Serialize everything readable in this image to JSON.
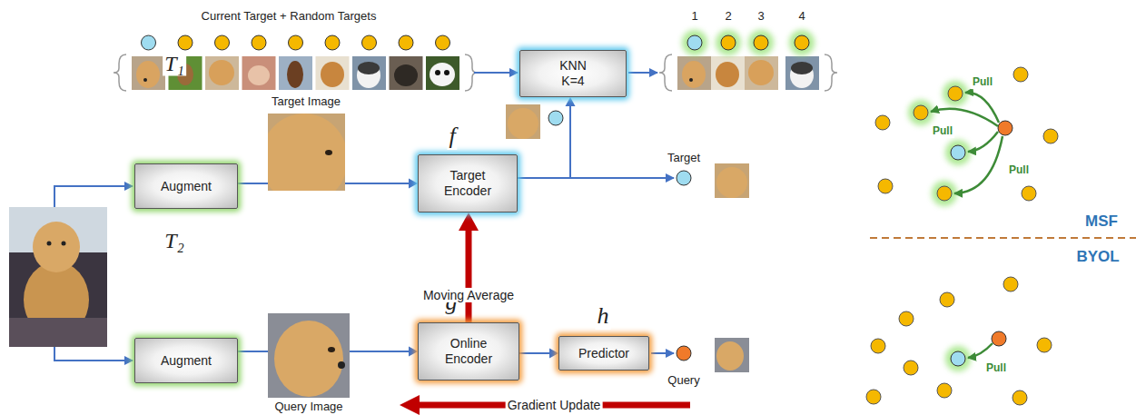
{
  "diagram": {
    "nodes": [
      {
        "text": [
          "KNN K=4"
        ]
      },
      {
        "text": [
          "Augment"
        ]
      },
      {
        "text": [
          "Target Encoder"
        ]
      },
      {
        "text": [
          "Augment"
        ]
      },
      {
        "text": [
          "Online Encoder"
        ]
      },
      {
        "text": [
          "Predictor"
        ]
      }
    ],
    "edges": [
      {
        "from": 1,
        "to": 2,
        "arrow": "to"
      },
      {
        "from": 2,
        "to": 0,
        "arrow": "to"
      },
      {
        "from": 3,
        "to": 4,
        "arrow": "to"
      },
      {
        "from": 4,
        "to": 5,
        "arrow": "to"
      },
      {
        "from": 4,
        "to": 2,
        "label": "Moving Average",
        "arrow": "to"
      }
    ],
    "labels": [
      "Current Target + Random Targets",
      "1",
      "2",
      "3",
      "4",
      "T₁",
      "Target Image",
      "f",
      "Target",
      "T₂",
      "g",
      "h",
      "Query",
      "Query Image",
      "Gradient Update",
      "Pull",
      "Pull",
      "Pull",
      "MSF",
      "BYOL",
      "Pull"
    ]
  }
}
